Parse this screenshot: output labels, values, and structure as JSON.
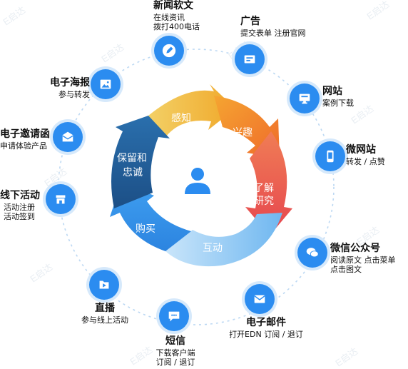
{
  "cycle": {
    "awareness": "感知",
    "interest": "兴趣",
    "research_1": "了解",
    "research_2": "研究",
    "interact": "互动",
    "purchase": "购买",
    "retain_1": "保留和",
    "retain_2": "忠诚"
  },
  "channels": {
    "news": {
      "title": "新闻软文",
      "line1": "在线资讯",
      "line2": "拨打400电话",
      "icon": "pen-icon"
    },
    "ads": {
      "title": "广告",
      "line1": "提交表单  注册官网",
      "icon": "billboard-icon"
    },
    "website": {
      "title": "网站",
      "line1": "案例下载",
      "icon": "monitor-icon"
    },
    "mobile": {
      "title": "微网站",
      "line1": "转发 / 点赞",
      "icon": "phone-icon"
    },
    "wechat": {
      "title": "微信公众号",
      "line1": "阅读原文  点击菜单",
      "line2": "点击图文",
      "icon": "chat-icon"
    },
    "email": {
      "title": "电子邮件",
      "line1": "打开EDN 订阅 / 退订",
      "icon": "envelope-icon"
    },
    "sms": {
      "title": "短信",
      "line1": "下载客户端",
      "line2": "订阅 / 退订",
      "icon": "message-icon"
    },
    "live": {
      "title": "直播",
      "line1": "参与线上活动",
      "icon": "play-icon"
    },
    "offline": {
      "title": "线下活动",
      "line1": "活动注册",
      "line2": "活动签到",
      "icon": "store-icon"
    },
    "invite": {
      "title": "电子邀请函",
      "line1": "申请体验产品",
      "icon": "invitation-icon"
    },
    "poster": {
      "title": "电子海报",
      "line1": "参与转发",
      "icon": "picture-icon"
    }
  },
  "watermark": "E启达",
  "colors": {
    "blue": "#2b8cf0",
    "awareness": "#f2b534",
    "interest": "#f28a2a",
    "research": "#eb5a5a",
    "interact": "#8cc8f2",
    "purchase": "#2f8ee8",
    "retain": "#1f5c98"
  }
}
